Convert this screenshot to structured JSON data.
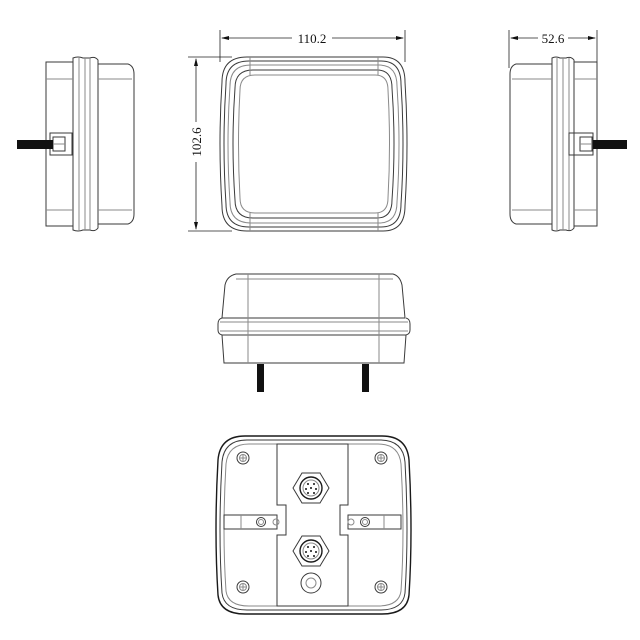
{
  "drawing": {
    "type": "technical drawing - rear lamp orthographic views",
    "views": [
      {
        "name": "left-side-view"
      },
      {
        "name": "front-view"
      },
      {
        "name": "right-side-view"
      },
      {
        "name": "top-view"
      },
      {
        "name": "rear-view"
      }
    ],
    "dimensions": {
      "width": "110.2",
      "height": "102.6",
      "depth": "52.6"
    },
    "colors": {
      "line": "#3a3a3a",
      "background": "#ffffff"
    }
  }
}
